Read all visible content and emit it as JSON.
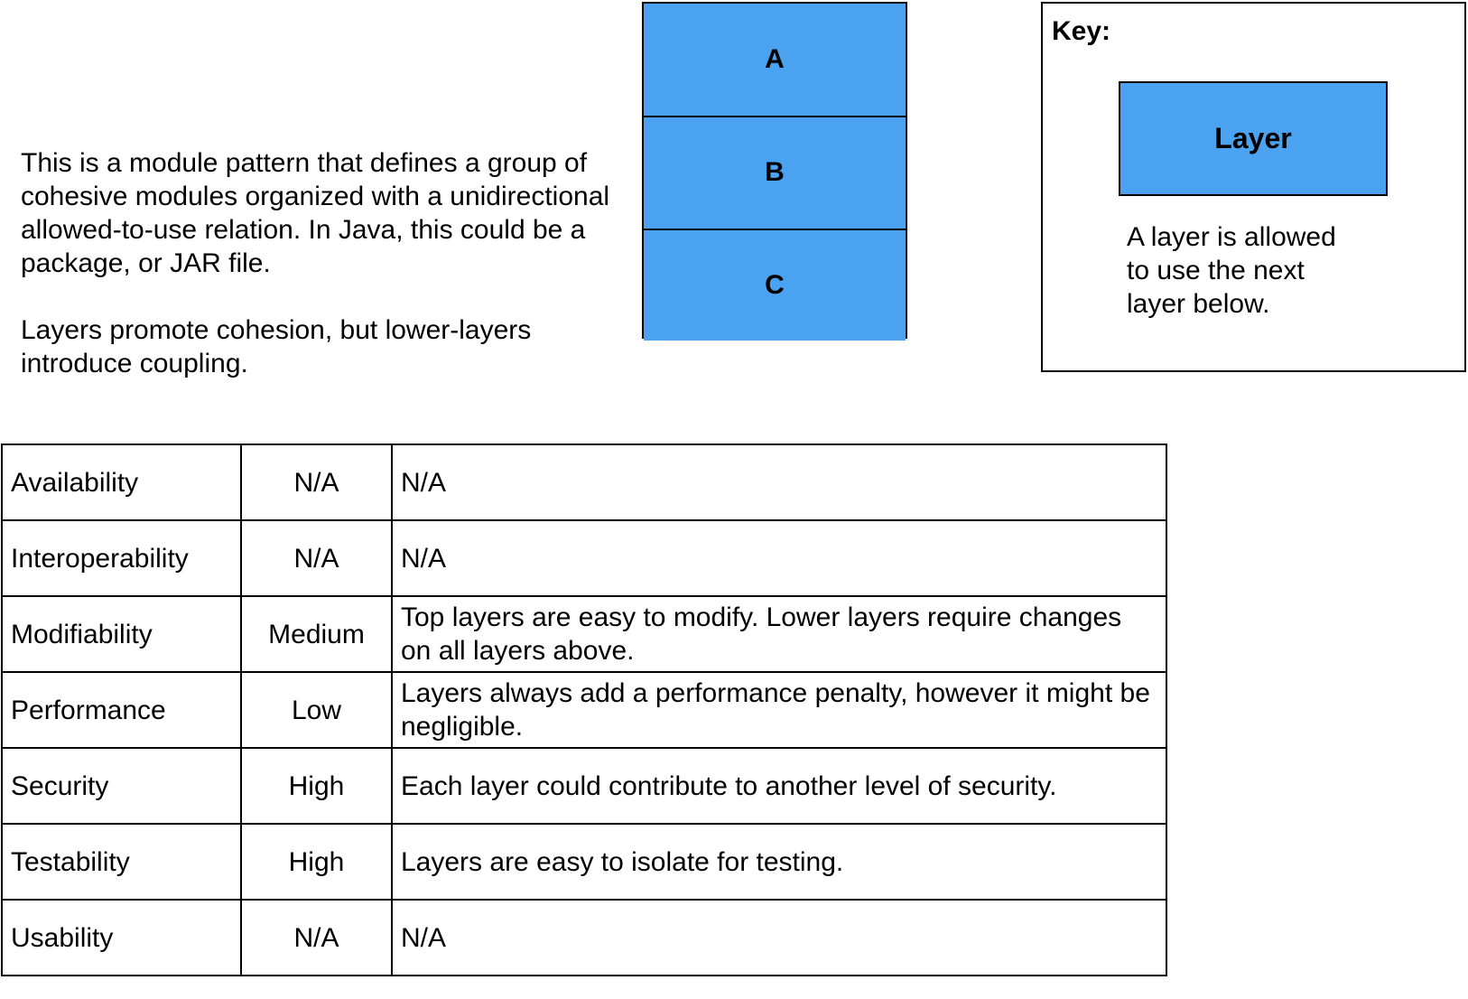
{
  "description": {
    "paragraph1": "This is a module pattern that defines a group of cohesive modules organized with a unidirectional allowed-to-use relation. In Java, this could be a package, or JAR file.",
    "paragraph2": "Layers promote cohesion, but lower-layers introduce coupling."
  },
  "stack": {
    "layers": [
      "A",
      "B",
      "C"
    ],
    "fill_color": "#4aa2f0"
  },
  "key": {
    "title": "Key:",
    "sample_label": "Layer",
    "description": "A layer is allowed to use the next layer below."
  },
  "quality_table": {
    "rows": [
      {
        "attribute": "Availability",
        "rating": "N/A",
        "notes": "N/A"
      },
      {
        "attribute": "Interoperability",
        "rating": "N/A",
        "notes": "N/A"
      },
      {
        "attribute": "Modifiability",
        "rating": "Medium",
        "notes": "Top layers are easy to modify. Lower layers require changes on all layers above."
      },
      {
        "attribute": "Performance",
        "rating": "Low",
        "notes": "Layers always add a performance penalty, however it might be negligible."
      },
      {
        "attribute": "Security",
        "rating": "High",
        "notes": "Each layer could contribute to another level of security."
      },
      {
        "attribute": "Testability",
        "rating": "High",
        "notes": "Layers are easy to isolate for testing."
      },
      {
        "attribute": "Usability",
        "rating": "N/A",
        "notes": "N/A"
      }
    ]
  }
}
